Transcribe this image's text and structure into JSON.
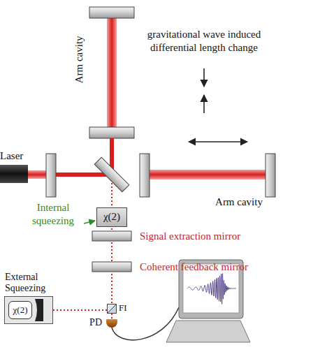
{
  "diagram": {
    "nodes": [
      {
        "text": [
          "Laser"
        ]
      },
      {
        "text": [
          "χ(2)"
        ]
      },
      {
        "text": [
          "External Squeezing"
        ]
      },
      {
        "text": [
          "χ(2)"
        ],
        "in": 2
      },
      {
        "text": [
          "FI"
        ]
      },
      {
        "text": [
          "PD"
        ]
      }
    ],
    "edges": [
      {
        "from": 2,
        "to": 4,
        "arrow": "none"
      },
      {
        "from": 4,
        "to": 5,
        "arrow": "none"
      }
    ],
    "labels": [
      "Arm cavity",
      "gravitational wave induced differential length change",
      "Arm cavity",
      "Internal squeezing",
      "Signal extraction mirror",
      "Coherent feedback mirror"
    ]
  }
}
